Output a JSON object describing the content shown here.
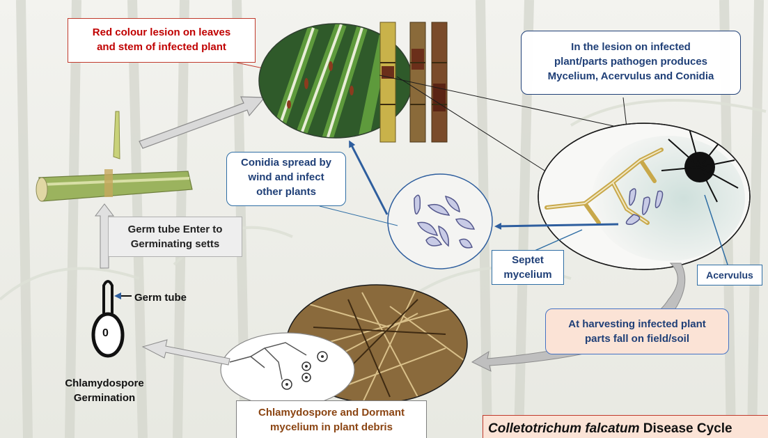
{
  "labels": {
    "red_lesion": [
      "Red colour lesion on leaves",
      "and stem of infected plant"
    ],
    "lesion_pathogen": [
      "In the lesion on infected",
      "plant/parts pathogen produces",
      "Mycelium, Acervulus and Conidia"
    ],
    "conidia_spread": [
      "Conidia spread by",
      "wind and infect",
      "other plants"
    ],
    "germ_tube_enter": [
      "Germ tube Enter to",
      "Germinating setts"
    ],
    "germ_tube": "Germ tube",
    "septet_mycelium": [
      "Septet",
      "mycelium"
    ],
    "acervulus": "Acervulus",
    "harvesting": [
      "At harvesting infected plant",
      "parts fall on field/soil"
    ],
    "chlamydospore_germination": [
      "Chlamydospore",
      "Germination"
    ],
    "chlamydospore_dormant": [
      "Chlamydospore and Dormant",
      "mycelium in plant debris"
    ],
    "spore_glyph": "0",
    "title": {
      "species": "Colletotrichum falcatum",
      "rest": " Disease Cycle"
    }
  },
  "colors": {
    "red_text": "#c00000",
    "blue_text": "#1f3f77",
    "brown_text": "#8b4513",
    "arrow_blue": "#2e5e9e",
    "arrow_gray": "#bfbfbf",
    "title_fill": "#fbe3d6"
  }
}
